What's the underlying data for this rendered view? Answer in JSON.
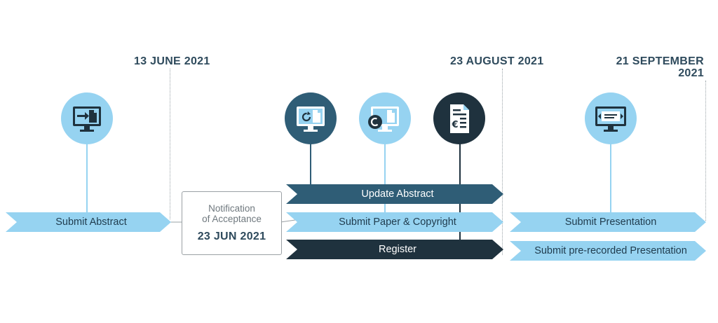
{
  "milestones": {
    "date1": "13 JUNE 2021",
    "date2": "23 AUGUST 2021",
    "date3_line1": "21 SEPTEMBER",
    "date3_line2": "2021"
  },
  "notification": {
    "line1": "Notification",
    "line2": "of Acceptance",
    "date": "23 JUN 2021"
  },
  "steps": {
    "submit_abstract": "Submit Abstract",
    "update_abstract": "Update Abstract",
    "submit_paper": "Submit Paper & Copyright",
    "register": "Register",
    "submit_presentation": "Submit Presentation",
    "submit_prerecorded": "Submit pre-recorded Presentation"
  },
  "colors": {
    "light": "#96d3f1",
    "mid": "#2f5d76",
    "dark": "#1f323e",
    "date_text": "#2e4a5c"
  },
  "icons": [
    "monitor-submit-icon",
    "monitor-update-icon",
    "monitor-copyright-icon",
    "invoice-euro-icon",
    "monitor-presentation-icon"
  ]
}
